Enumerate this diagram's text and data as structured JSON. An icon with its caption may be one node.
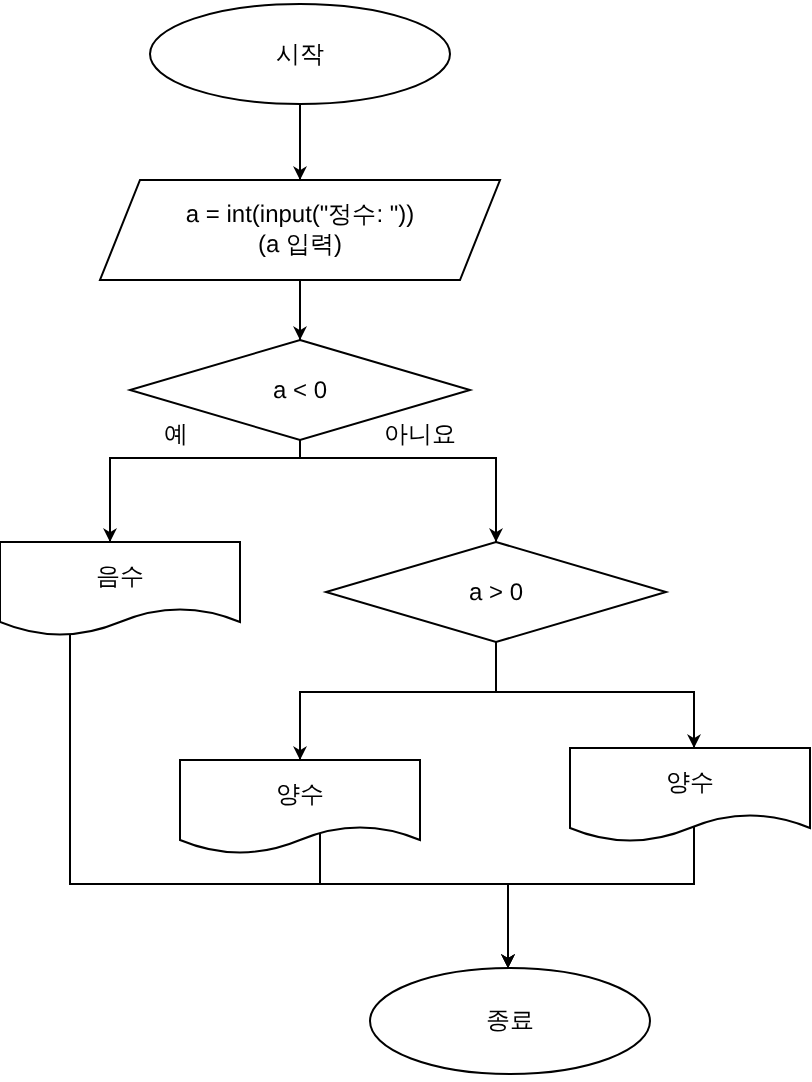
{
  "diagram": {
    "nodes": [
      {
        "text": [
          "시작"
        ]
      },
      {
        "text": [
          "a = int(input(\"정수: \"))",
          "(a 입력)"
        ]
      },
      {
        "text": [
          "a < 0"
        ]
      },
      {
        "text": [
          "음수"
        ]
      },
      {
        "text": [
          "a > 0"
        ]
      },
      {
        "text": [
          "양수"
        ]
      },
      {
        "text": [
          "양수"
        ]
      },
      {
        "text": [
          "종료"
        ]
      }
    ],
    "edges": [
      {
        "from": 0,
        "to": 1,
        "arrow": "to"
      },
      {
        "from": 1,
        "to": 2,
        "arrow": "to"
      },
      {
        "from": 2,
        "to": 3,
        "arrow": "to",
        "label": "예"
      },
      {
        "from": 2,
        "to": 4,
        "arrow": "to",
        "label": "아니요"
      },
      {
        "from": 4,
        "to": 5,
        "arrow": "to"
      },
      {
        "from": 4,
        "to": 6,
        "arrow": "to"
      },
      {
        "from": 3,
        "to": 7,
        "arrow": "to"
      },
      {
        "from": 5,
        "to": 7,
        "arrow": "to"
      },
      {
        "from": 6,
        "to": 7,
        "arrow": "to"
      }
    ]
  }
}
